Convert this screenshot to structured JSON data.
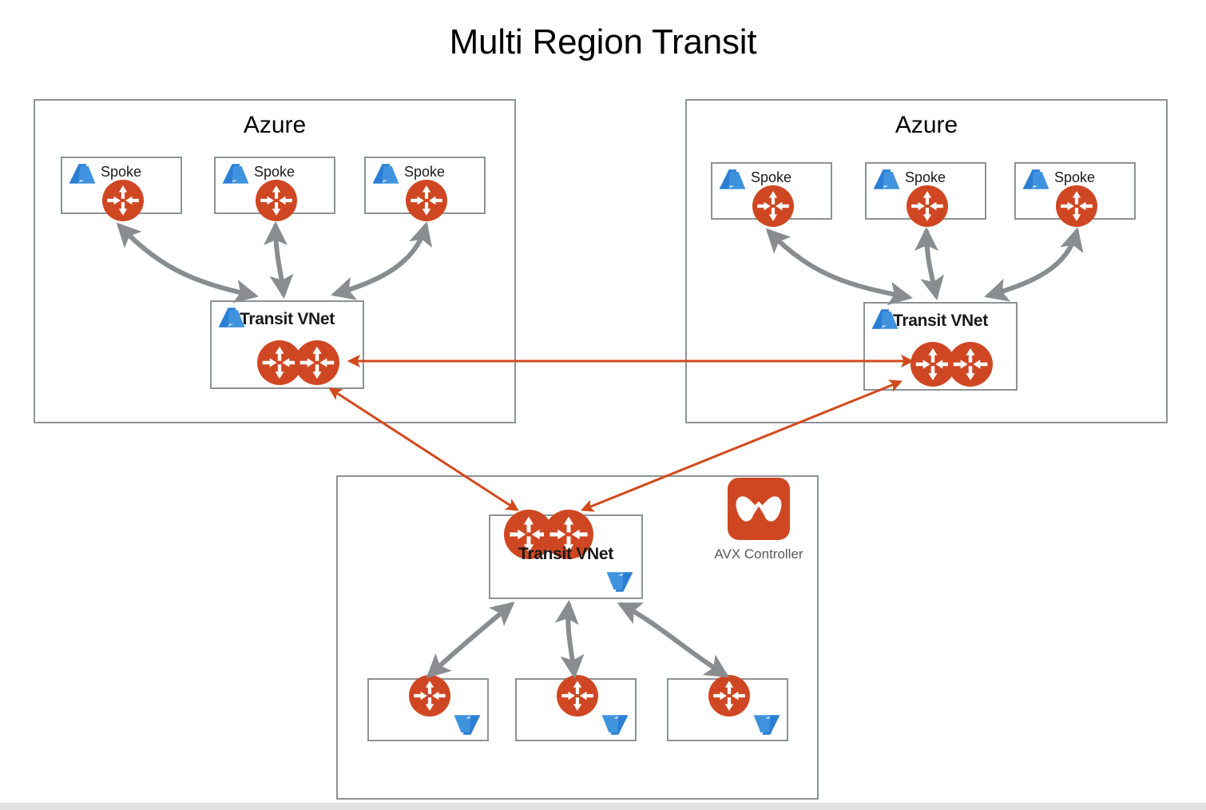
{
  "title": "Multi Region Transit",
  "colors": {
    "router_orange": "#cf4722",
    "azure_blue": "#2a7fd4",
    "connector_gray": "#898d90",
    "connector_red": "#d2491c",
    "box_border": "#8d9296",
    "caption_gray": "#595959"
  },
  "regions": [
    {
      "id": "azure-left",
      "title": "Azure",
      "spokes": [
        {
          "label": "Spoke",
          "logo": "azure-logo",
          "router_count": 1
        },
        {
          "label": "Spoke",
          "logo": "azure-logo",
          "router_count": 1
        },
        {
          "label": "Spoke",
          "logo": "azure-logo",
          "router_count": 1
        }
      ],
      "transit": {
        "label": "Transit VNet",
        "logo": "azure-logo",
        "router_count": 2
      }
    },
    {
      "id": "azure-right",
      "title": "Azure",
      "spokes": [
        {
          "label": "Spoke",
          "logo": "azure-logo",
          "router_count": 1
        },
        {
          "label": "Spoke",
          "logo": "azure-logo",
          "router_count": 1
        },
        {
          "label": "Spoke",
          "logo": "azure-logo",
          "router_count": 1
        }
      ],
      "transit": {
        "label": "Transit VNet",
        "logo": "azure-logo",
        "router_count": 2
      }
    },
    {
      "id": "cloud-bottom",
      "title": "",
      "spokes": [
        {
          "label": "",
          "logo": "azure-logo-flipped",
          "router_count": 1
        },
        {
          "label": "",
          "logo": "azure-logo-flipped",
          "router_count": 1
        },
        {
          "label": "",
          "logo": "azure-logo-flipped",
          "router_count": 1
        }
      ],
      "transit": {
        "label": "Transit VNet",
        "logo": "azure-logo-flipped",
        "router_count": 2
      },
      "controller": {
        "label": "AVX Controller",
        "icon": "aviatrix-logo"
      }
    }
  ],
  "connectors": {
    "spoke_to_transit": {
      "style": "curved",
      "color": "#898d90",
      "arrowheads": "both",
      "count": 9
    },
    "region_to_region": {
      "style": "straight",
      "color": "#d2491c",
      "arrowheads": "both",
      "links": [
        {
          "from": "azure-left.transit",
          "to": "azure-right.transit"
        },
        {
          "from": "azure-left.transit",
          "to": "cloud-bottom.transit"
        },
        {
          "from": "cloud-bottom.transit",
          "to": "azure-right.transit"
        }
      ]
    }
  },
  "icons": {
    "router": "router-icon",
    "azure": "azure-icon",
    "aviatrix": "aviatrix-icon"
  }
}
